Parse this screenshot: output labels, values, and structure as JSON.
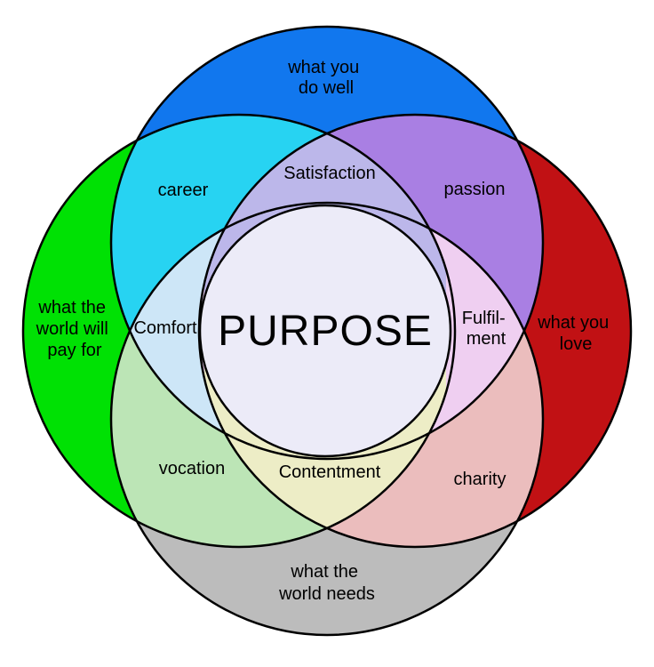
{
  "background": "#FFFFFF",
  "outline_color": "#000000",
  "text_color": "#000000",
  "circles": {
    "do_well": {
      "label_lines": [
        "what you",
        "do well"
      ],
      "color": "#1177EE"
    },
    "pay_for": {
      "label_lines": [
        "what the",
        "world will",
        "pay for"
      ],
      "color": "#00E104"
    },
    "love": {
      "label_lines": [
        "what you",
        "love"
      ],
      "color": "#C11114"
    },
    "needs": {
      "label_lines": [
        "what the",
        "world needs"
      ],
      "color": "#BCBCBC"
    }
  },
  "overlaps": {
    "career": {
      "label": "career",
      "color": "#27D3F2"
    },
    "passion": {
      "label": "passion",
      "color": "#A97FE3"
    },
    "vocation": {
      "label": "vocation",
      "color": "#BCE5B6"
    },
    "charity": {
      "label": "charity",
      "color": "#EBBDBD"
    },
    "satisfaction": {
      "label": "Satisfaction",
      "color": "#BCB7EA"
    },
    "comfort": {
      "label": "Comfort",
      "color": "#CDE6F7"
    },
    "fulfilment": {
      "label_lines": [
        "Fulfil-",
        "ment"
      ],
      "color": "#EFCFF1"
    },
    "contentment": {
      "label": "Contentment",
      "color": "#EDEDC6"
    }
  },
  "center": {
    "label": "PURPOSE",
    "color": "#ECEBF8"
  }
}
